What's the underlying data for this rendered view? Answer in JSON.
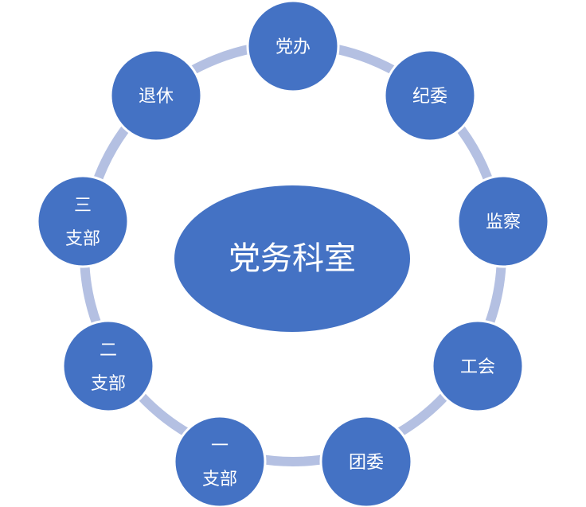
{
  "diagram": {
    "center": {
      "label": "党务科室"
    },
    "nodes": [
      {
        "label_lines": [
          "党办"
        ]
      },
      {
        "label_lines": [
          "纪委"
        ]
      },
      {
        "label_lines": [
          "监察"
        ]
      },
      {
        "label_lines": [
          "工会"
        ]
      },
      {
        "label_lines": [
          "团委"
        ]
      },
      {
        "label_lines": [
          "一",
          "支部"
        ]
      },
      {
        "label_lines": [
          "二",
          "支部"
        ]
      },
      {
        "label_lines": [
          "三",
          "支部"
        ]
      },
      {
        "label_lines": [
          "退休"
        ]
      }
    ],
    "colors": {
      "node_fill": "#4472C4",
      "node_stroke": "#ffffff",
      "ring": "#B4C0E2",
      "text": "#ffffff"
    }
  }
}
